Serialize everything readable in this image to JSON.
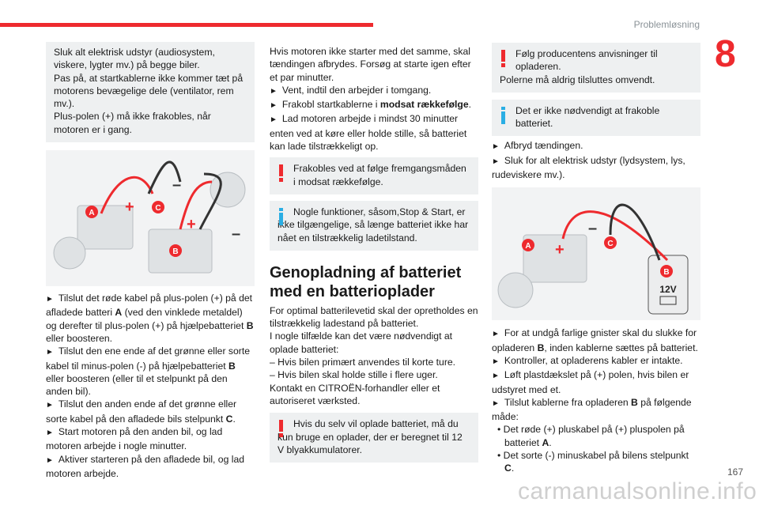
{
  "header": {
    "section": "Problemløsning",
    "chapter": "8",
    "page": "167",
    "watermark": "carmanualsonline.info"
  },
  "left": {
    "warning": [
      "Sluk alt elektrisk udstyr (audiosystem, viskere, lygter mv.) på begge biler.",
      "Pas på, at startkablerne ikke kommer tæt på motorens bevægelige dele (ventilator, rem mv.).",
      "Plus-polen (+) må ikke frakobles, når motoren er i gang."
    ],
    "figure": {
      "A": "A",
      "B": "B",
      "C": "C"
    },
    "s1a": "Tilslut det røde kabel på plus-polen (+) på det afladede batteri ",
    "s1b": "A",
    "s1c": " (ved den vinklede metaldel) og derefter til plus-polen (+) på hjælpebatteriet ",
    "s1d": "B",
    "s1e": " eller boosteren.",
    "s2a": "Tilslut den ene ende af det grønne eller sorte kabel til minus-polen (-) på hjælpebatteriet ",
    "s2b": "B",
    "s2c": " eller boosteren (eller til et stelpunkt på den anden bil).",
    "s3a": "Tilslut den anden ende af det grønne eller sorte kabel på den afladede bils stelpunkt ",
    "s3b": "C",
    "s3c": ".",
    "s4": "Start motoren på den anden bil, og lad motoren arbejde i nogle minutter.",
    "s5": "Aktiver starteren på den afladede bil, og lad motoren arbejde."
  },
  "middle": {
    "intro": "Hvis motoren ikke starter med det samme, skal tændingen afbrydes. Forsøg at starte igen efter et par minutter.",
    "s1": "Vent, indtil den arbejder i tomgang.",
    "s2a": "Frakobl startkablerne i ",
    "s2b": "modsat rækkefølge",
    "s2c": ".",
    "s3": "Lad motoren arbejde i mindst 30 minutter enten ved at køre eller holde stille, så batteriet kan lade tilstrækkeligt op.",
    "warning": "Frakobles ved at følge fremgangsmåden i modsat rækkefølge.",
    "info": "Nogle funktioner, såsom,Stop & Start, er ikke tilgængelige, så længe batteriet ikke har nået en tilstrækkelig ladetilstand.",
    "heading": "Genopladning af batteriet med en batterioplader",
    "p1": "For optimal batterilevetid skal der opretholdes en tilstrækkelig ladestand på batteriet.",
    "p2": "I nogle tilfælde kan det være nødvendigt at oplade batteriet:",
    "d1": "– Hvis bilen primært anvendes til korte ture.",
    "d2": "– Hvis bilen skal holde stille i flere uger.",
    "p3": "Kontakt en CITROËN-forhandler eller et autoriseret værksted.",
    "warning2": "Hvis du selv vil oplade batteriet, må du kun bruge en oplader, der er beregnet til 12 V blyakkumulatorer."
  },
  "right": {
    "warning_a": "Følg producentens anvisninger til opladeren.",
    "warning_b": "Polerne må aldrig tilsluttes omvendt.",
    "info": "Det er ikke nødvendigt at frakoble batteriet.",
    "s1": "Afbryd tændingen.",
    "s2": "Sluk for alt elektrisk udstyr (lydsystem, lys, rudeviskere mv.).",
    "figure": {
      "A": "A",
      "B": "B",
      "C": "C",
      "voltage": "12V"
    },
    "s3a": "For at undgå farlige gnister skal du slukke for opladeren ",
    "s3b": "B",
    "s3c": ", inden kablerne sættes på batteriet.",
    "s4": "Kontroller, at opladerens kabler er intakte.",
    "s5": "Løft plastdækslet på (+) polen, hvis bilen er udstyret med et.",
    "s6a": "Tilslut kablerne fra opladeren ",
    "s6b": "B",
    "s6c": " på følgende måde:",
    "b1a": "Det røde (+) pluskabel på (+) pluspolen på batteriet ",
    "b1b": "A",
    "b1c": ".",
    "b2a": "Det sorte (-) minuskabel på bilens stelpunkt ",
    "b2b": "C",
    "b2c": "."
  },
  "colors": {
    "accent": "#ee2a2e",
    "info": "#2aaee4",
    "box": "#eef0f1"
  }
}
